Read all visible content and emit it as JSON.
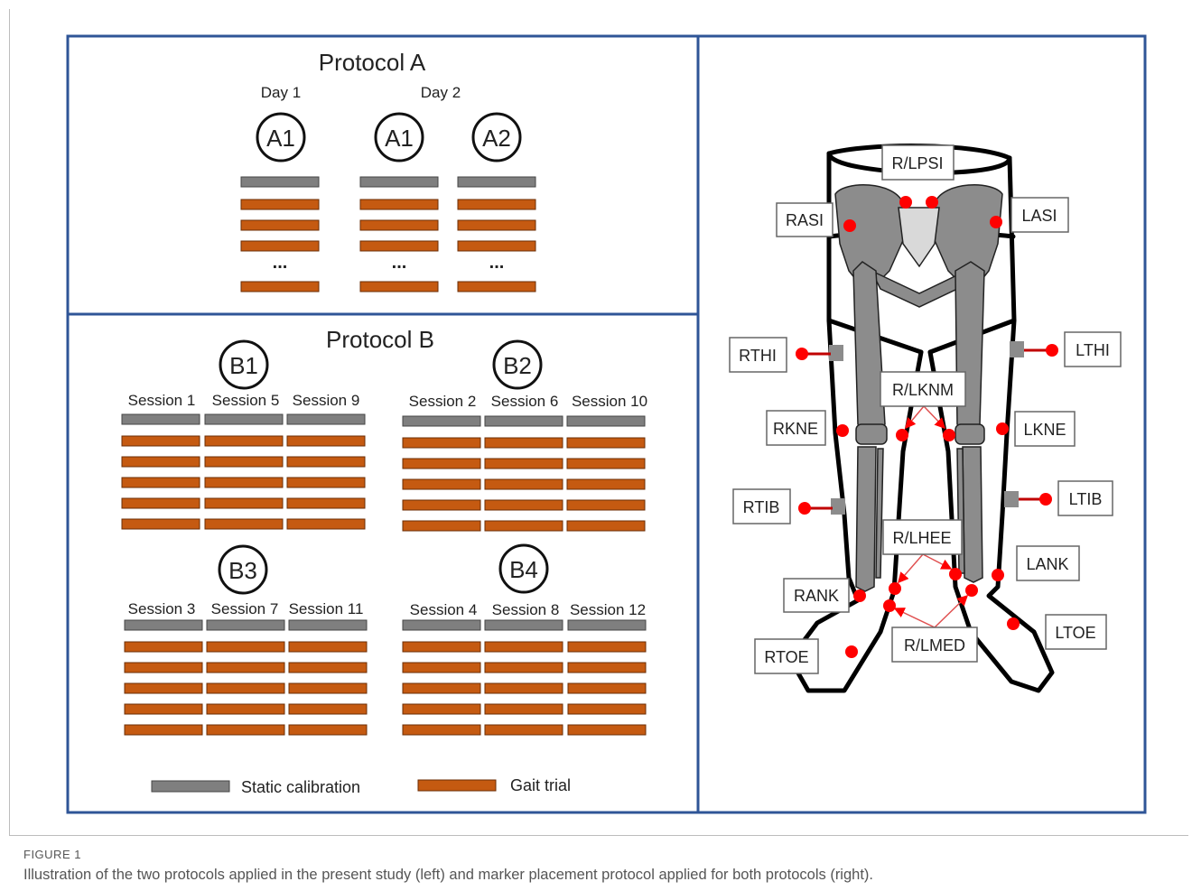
{
  "protocol_a": {
    "title": "Protocol A",
    "days": [
      {
        "label": "Day 1",
        "conditions": [
          "A1"
        ]
      },
      {
        "label": "Day 2",
        "conditions": [
          "A1",
          "A2"
        ]
      }
    ],
    "ellipsis": "..."
  },
  "protocol_b": {
    "title": "Protocol B",
    "groups": [
      {
        "label": "B1",
        "sessions": [
          "Session 1",
          "Session 5",
          "Session 9"
        ]
      },
      {
        "label": "B2",
        "sessions": [
          "Session 2",
          "Session 6",
          "Session 10"
        ]
      },
      {
        "label": "B3",
        "sessions": [
          "Session 3",
          "Session 7",
          "Session 11"
        ]
      },
      {
        "label": "B4",
        "sessions": [
          "Session 4",
          "Session 8",
          "Session 12"
        ]
      }
    ]
  },
  "legend": {
    "static_label": "Static calibration",
    "gait_label": "Gait trial"
  },
  "colors": {
    "border": "#2f5597",
    "static": "#7f7f7f",
    "gait": "#c55a11",
    "marker": "#ff0000",
    "bone": "#8c8c8c"
  },
  "markers": {
    "lpsi": "R/LPSI",
    "rasi": "RASI",
    "lasi": "LASI",
    "rthi": "RTHI",
    "lthi": "LTHI",
    "lknm": "R/LKNM",
    "rkne": "RKNE",
    "lkne": "LKNE",
    "rtib": "RTIB",
    "ltib": "LTIB",
    "lhee": "R/LHEE",
    "lank": "LANK",
    "rank": "RANK",
    "ltoe": "LTOE",
    "rtoe": "RTOE",
    "lmed": "R/LMED"
  },
  "caption": {
    "label": "FIGURE 1",
    "text": "Illustration of the two protocols applied in the present study (left) and marker placement protocol applied for both protocols (right)."
  }
}
